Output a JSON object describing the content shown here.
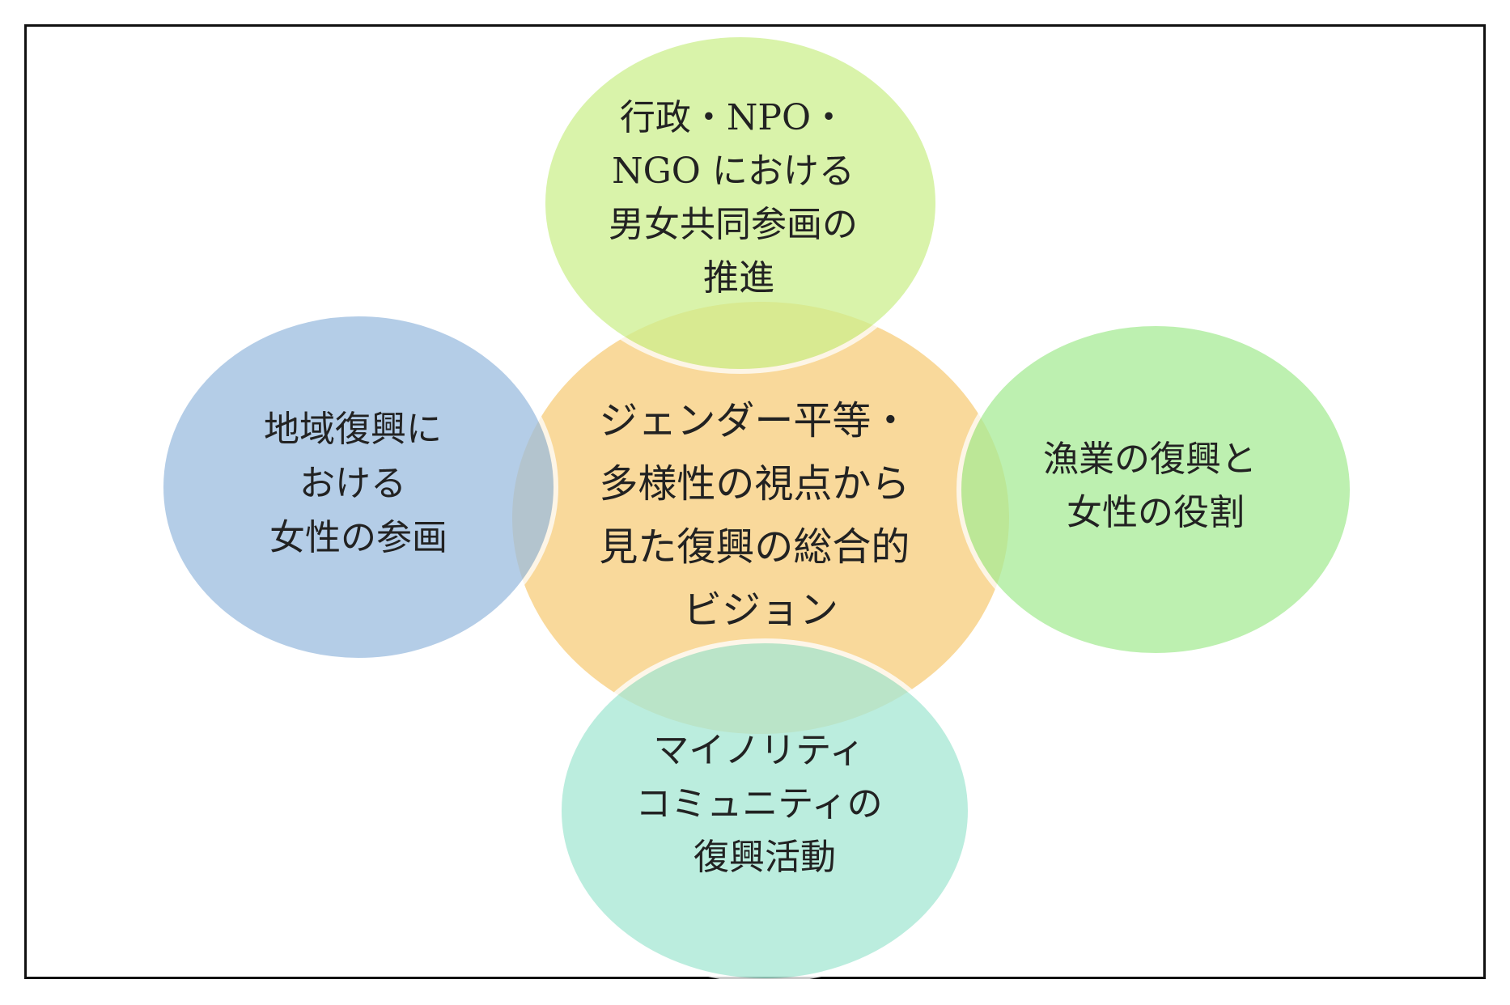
{
  "diagram": {
    "center": {
      "lines": [
        "ジェンダー平等・",
        "多様性の視点から",
        "見た復興の総合的",
        "ビジョン"
      ],
      "color": "#F9D38A"
    },
    "top": {
      "lines": [
        "行政・NPO・",
        "NGO における",
        "男女共同参画の",
        "推進"
      ],
      "color": "#CDF08E"
    },
    "left": {
      "lines": [
        "地域復興に",
        "おける",
        "女性の参画"
      ],
      "color": "#9CBDE0"
    },
    "right": {
      "lines": [
        "漁業の復興と",
        "女性の役割"
      ],
      "color": "#A8EC96"
    },
    "bottom": {
      "lines": [
        "マイノリティ",
        "コミュニティの",
        "復興活動"
      ],
      "color": "#A9E8D5"
    }
  }
}
